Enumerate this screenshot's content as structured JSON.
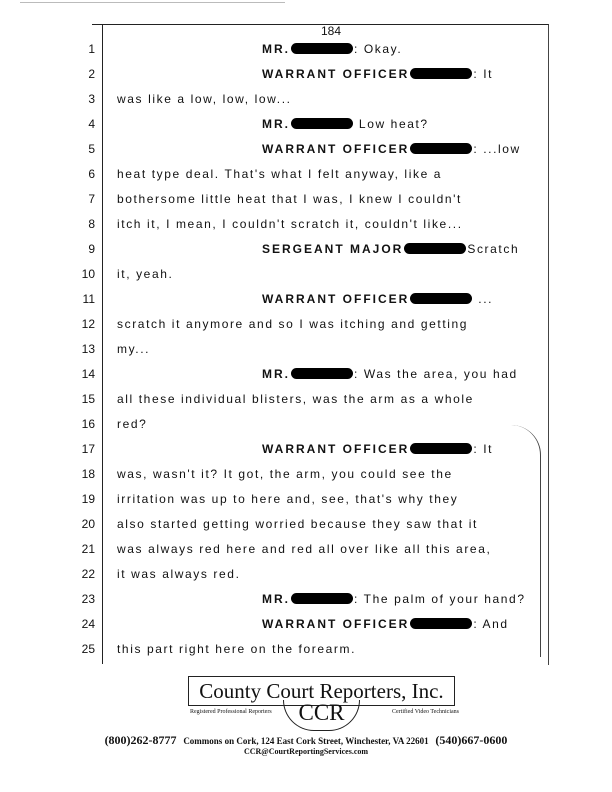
{
  "page_number": "184",
  "lines": [
    {
      "n": "1",
      "speaker": "MR.",
      "after": ": Okay.",
      "redacted": true
    },
    {
      "n": "2",
      "speaker": "WARRANT OFFICER",
      "after": ": It",
      "redacted": true
    },
    {
      "n": "3",
      "text": "was like a low, low, low..."
    },
    {
      "n": "4",
      "speaker": "MR.",
      "after": " Low heat?",
      "redacted": true
    },
    {
      "n": "5",
      "speaker": "WARRANT OFFICER",
      "after": ": ...low",
      "redacted": true
    },
    {
      "n": "6",
      "text": "heat type deal.  That's what I felt anyway, like a"
    },
    {
      "n": "7",
      "text": "bothersome little heat that I was, I knew I couldn't"
    },
    {
      "n": "8",
      "text": "itch it, I mean, I couldn't scratch it, couldn't like..."
    },
    {
      "n": "9",
      "speaker": "SERGEANT MAJOR",
      "after": "Scratch",
      "redacted": true
    },
    {
      "n": "10",
      "text": "it, yeah."
    },
    {
      "n": "11",
      "speaker": "WARRANT OFFICER",
      "after": " ...",
      "redacted": true
    },
    {
      "n": "12",
      "text": "scratch it anymore and so I was itching and getting"
    },
    {
      "n": "13",
      "text": "my..."
    },
    {
      "n": "14",
      "speaker": "MR.",
      "after": ": Was the area, you had",
      "redacted": true
    },
    {
      "n": "15",
      "text": "all these individual blisters, was the arm as a whole"
    },
    {
      "n": "16",
      "text": "red?"
    },
    {
      "n": "17",
      "speaker": "WARRANT OFFICER",
      "after": ": It",
      "redacted": true
    },
    {
      "n": "18",
      "text": "was, wasn't it?  It got, the arm, you could see the"
    },
    {
      "n": "19",
      "text": "irritation was up to here and, see, that's why they"
    },
    {
      "n": "20",
      "text": "also started getting worried because they saw that it"
    },
    {
      "n": "21",
      "text": "was always red here and red all over like all this area,"
    },
    {
      "n": "22",
      "text": "it was always red."
    },
    {
      "n": "23",
      "speaker": "MR.",
      "after": ": The palm of your hand?",
      "redacted": true
    },
    {
      "n": "24",
      "speaker": "WARRANT OFFICER",
      "after": ": And",
      "redacted": true
    },
    {
      "n": "25",
      "text": "this part right here on the forearm."
    }
  ],
  "footer": {
    "company": "County Court Reporters, Inc.",
    "monogram": "CCR",
    "tag_left": "Registered Professional Reporters",
    "tag_right": "Certified Video Technicians",
    "phone_left": "(800)262-8777",
    "address": "Commons on Cork, 124 East Cork Street, Winchester, VA  22601",
    "phone_right": "(540)667-0600",
    "email": "CCR@CourtReportingServices.com"
  }
}
